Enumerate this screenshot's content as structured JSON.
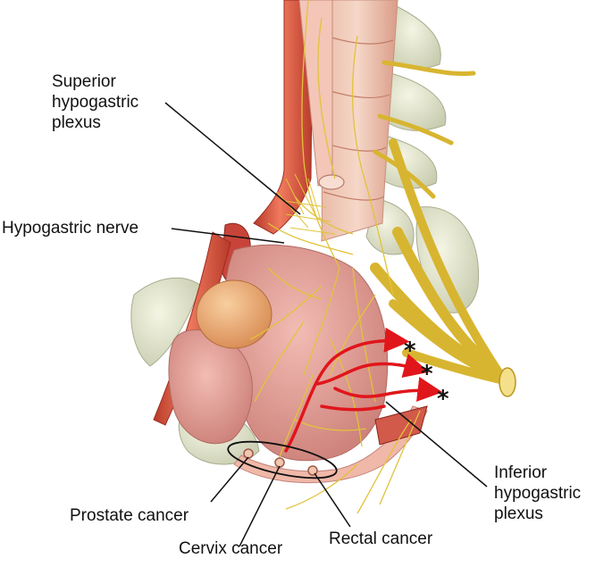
{
  "labels": {
    "superior_hypogastric_plexus": [
      "Superior",
      "hypogastric",
      "plexus"
    ],
    "hypogastric_nerve": "Hypogastric nerve",
    "inferior_hypogastric_plexus": [
      "Inferior",
      "hypogastric",
      "plexus"
    ],
    "prostate_cancer": "Prostate cancer",
    "cervix_cancer": "Cervix cancer",
    "rectal_cancer": "Rectal cancer"
  },
  "markers": [
    "*",
    "*",
    "*"
  ],
  "colors": {
    "nerve": "#e2c33a",
    "nerve_dark": "#b8951c",
    "artery": "#d8553f",
    "vessel_light": "#eec0b4",
    "bone": "#e6e9d0",
    "rectum": "#d99a94",
    "bladder": "#e6a673",
    "red_arrow": "#e0161b",
    "leader_line": "#111111"
  }
}
